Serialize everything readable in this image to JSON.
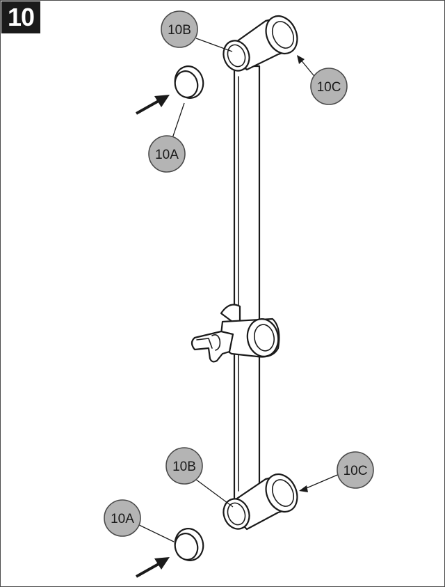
{
  "step": {
    "number": "10"
  },
  "callouts": {
    "top_10b": "10B",
    "top_10c": "10C",
    "top_10a": "10A",
    "bottom_10b": "10B",
    "bottom_10c": "10C",
    "bottom_10a": "10A"
  },
  "colors": {
    "callout_fill": "#b4b4b4",
    "line": "#1a1a1a",
    "badge_bg": "#1a1a1a"
  }
}
